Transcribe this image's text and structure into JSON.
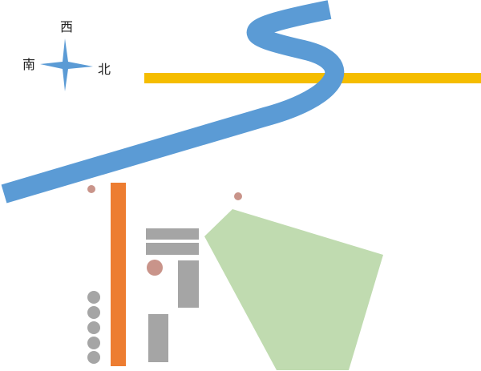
{
  "compass": {
    "north": "北",
    "south": "南",
    "west": "西"
  },
  "colors": {
    "river": "#5b9bd5",
    "road": "#f5bd00",
    "wall": "#ed7d31",
    "building": "#a5a5a5",
    "field": "#c0dbb0",
    "marker": "#c9948a"
  }
}
